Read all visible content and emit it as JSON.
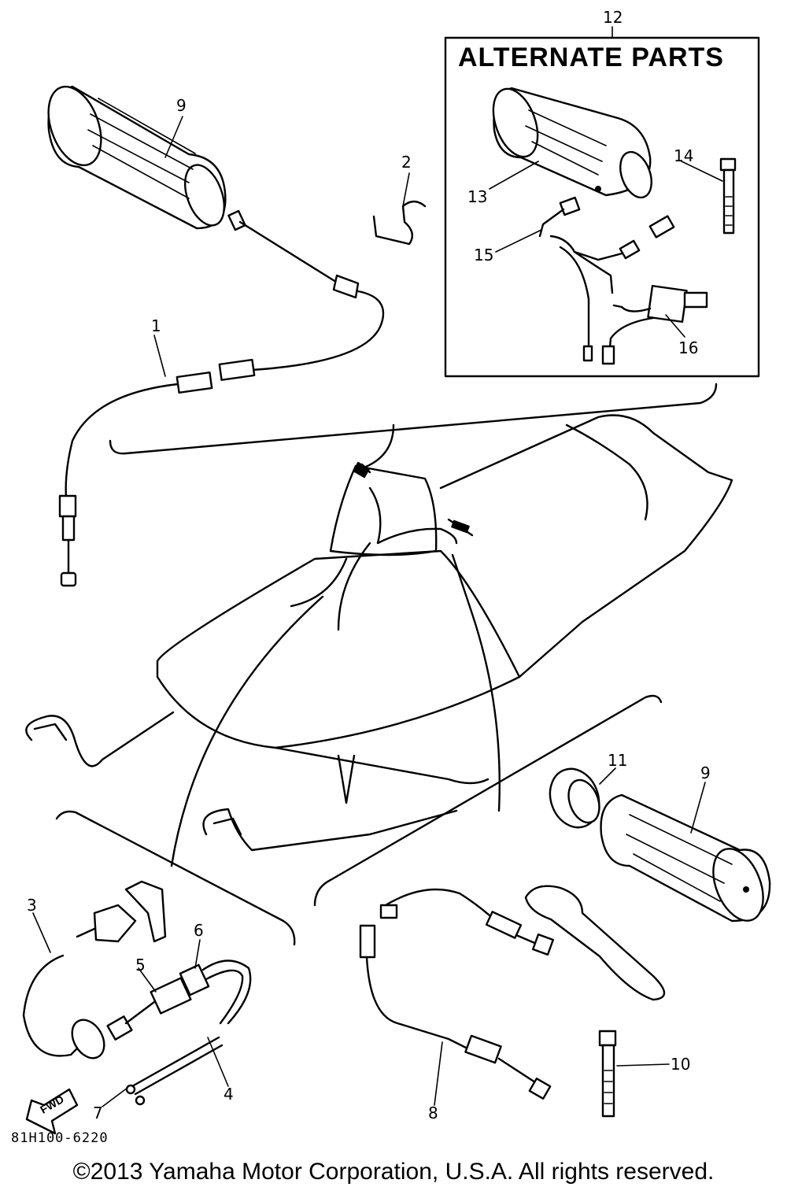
{
  "diagram": {
    "box_title": "ALTERNATE PARTS",
    "drawing_code": "81H100-6220",
    "copyright": "©2013 Yamaha Motor Corporation, U.S.A. All rights reserved.",
    "fwd_marker": "FWD",
    "callouts": {
      "c1": "1",
      "c2": "2",
      "c3": "3",
      "c4": "4",
      "c5": "5",
      "c6": "6",
      "c7": "7",
      "c8": "8",
      "c9a": "9",
      "c9b": "9",
      "c10": "10",
      "c11": "11",
      "c12": "12",
      "c13": "13",
      "c14": "14",
      "c15": "15",
      "c16": "16"
    }
  }
}
